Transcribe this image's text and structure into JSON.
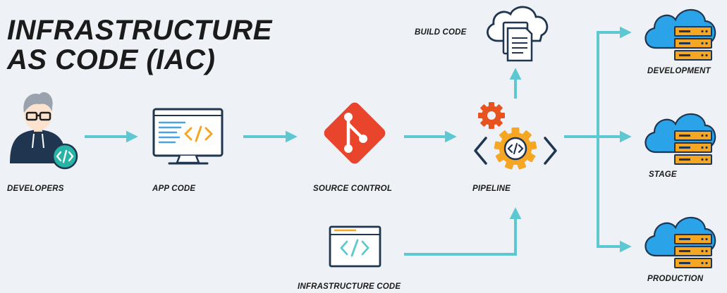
{
  "title": {
    "line1": "INFRASTRUCTURE",
    "line2": "AS CODE (IAC)"
  },
  "nodes": {
    "developers": "DEVELOPERS",
    "app_code": "APP CODE",
    "source_control": "SOURCE CONTROL",
    "pipeline": "PIPELINE",
    "build_code": "BUILD CODE",
    "infrastructure_code": "INFRASTRUCTURE CODE"
  },
  "environments": {
    "development": "DEVELOPMENT",
    "stage": "STAGE",
    "production": "PRODUCTION"
  },
  "colors": {
    "arrow": "#5ec8d2",
    "navy": "#1f3550",
    "cloud": "#2aa3e8",
    "server": "#f5a623",
    "git": "#e8452c",
    "gear_orange": "#e8521f",
    "gear_yellow": "#f5a623",
    "code_blue": "#4aa3df"
  },
  "icons": [
    "developer-icon",
    "monitor-code-icon",
    "git-icon",
    "gears-icon",
    "cloud-document-icon",
    "code-window-icon",
    "cloud-server-icon"
  ]
}
